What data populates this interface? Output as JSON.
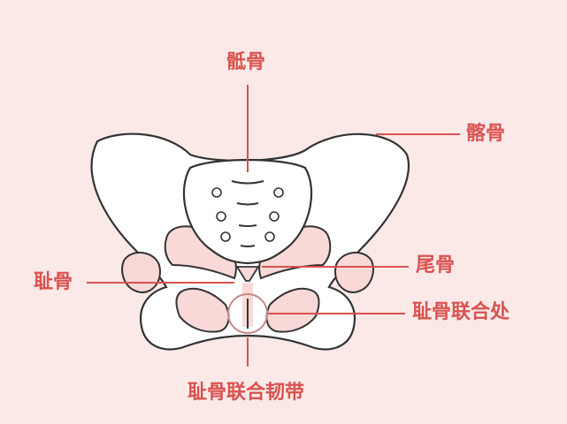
{
  "colors": {
    "background": "#fbe9e8",
    "label": "#d9524f",
    "bone_fill": "#ffffff",
    "bone_tint": "#f8d9d7",
    "outline": "#333333"
  },
  "labels": {
    "sacrum": "骶骨",
    "ilium": "髂骨",
    "coccyx": "尾骨",
    "pubis": "耻骨",
    "pubic_symphysis": "耻骨联合处",
    "pubic_symphysis_ligament": "耻骨联合韧带"
  }
}
